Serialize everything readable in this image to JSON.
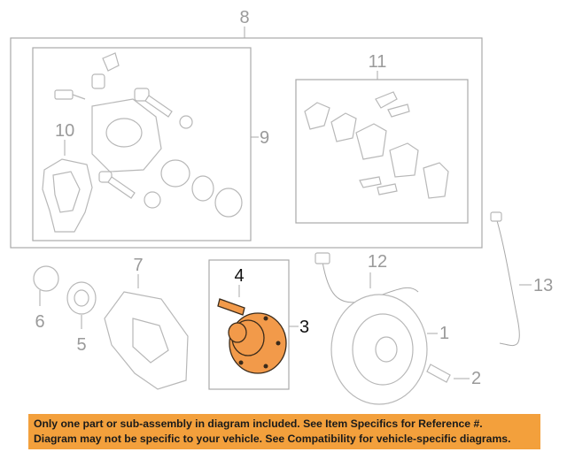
{
  "callouts": {
    "c1": "1",
    "c2": "2",
    "c3": "3",
    "c4": "4",
    "c5": "5",
    "c6": "6",
    "c7": "7",
    "c8": "8",
    "c9": "9",
    "c10": "10",
    "c11": "11",
    "c12": "12",
    "c13": "13"
  },
  "banner": {
    "line1": "Only one part or sub-assembly in diagram included. See Item Specifics for Reference #.",
    "line2": "Diagram may not be specific to your vehicle. See Compatibility for vehicle-specific diagrams."
  },
  "colors": {
    "highlight_part": "#f29a4a",
    "banner_background": "#f3a03c",
    "line_art": "#b8b8b8"
  }
}
